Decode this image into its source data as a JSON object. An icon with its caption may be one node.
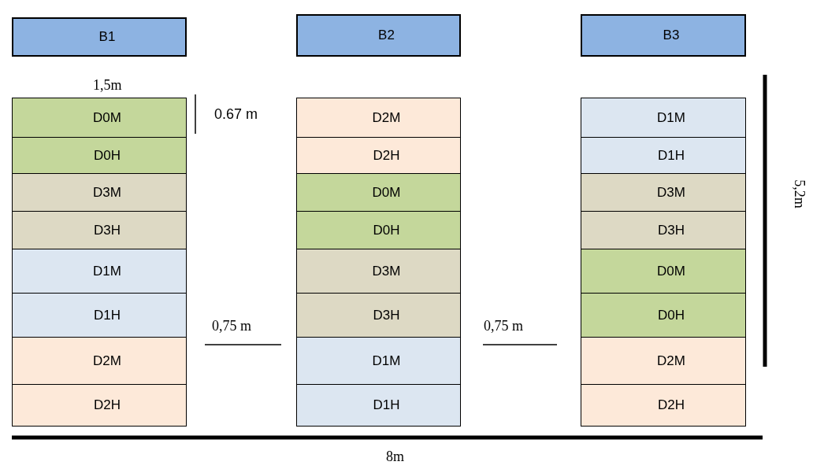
{
  "diagram": {
    "nodes": [
      {
        "text": [
          "B1"
        ]
      },
      {
        "text": [
          "B2"
        ]
      },
      {
        "text": [
          "B3"
        ]
      },
      {
        "text": [
          "D0M"
        ]
      },
      {
        "text": [
          "D2M"
        ]
      },
      {
        "text": [
          "D1M"
        ]
      },
      {
        "text": [
          "D0H"
        ]
      },
      {
        "text": [
          "D2H"
        ]
      },
      {
        "text": [
          "D1H"
        ]
      },
      {
        "text": [
          "D3M"
        ]
      },
      {
        "text": [
          "D0M"
        ]
      },
      {
        "text": [
          "D3M"
        ]
      },
      {
        "text": [
          "D3H"
        ]
      },
      {
        "text": [
          "D0H"
        ]
      },
      {
        "text": [
          "D3H"
        ]
      },
      {
        "text": [
          "D1M"
        ]
      },
      {
        "text": [
          "D3M"
        ]
      },
      {
        "text": [
          "D0M"
        ]
      },
      {
        "text": [
          "D1H"
        ]
      },
      {
        "text": [
          "D3H"
        ]
      },
      {
        "text": [
          "D0H"
        ]
      },
      {
        "text": [
          "D2M"
        ]
      },
      {
        "text": [
          "D1M"
        ]
      },
      {
        "text": [
          "D2M"
        ]
      },
      {
        "text": [
          "D2H"
        ]
      },
      {
        "text": [
          "D1H"
        ]
      },
      {
        "text": [
          "D2H"
        ]
      }
    ],
    "labels": [
      "1,5m",
      "0.67 m",
      "5,2m",
      "0,75 m",
      "0,75 m",
      "8m"
    ]
  }
}
